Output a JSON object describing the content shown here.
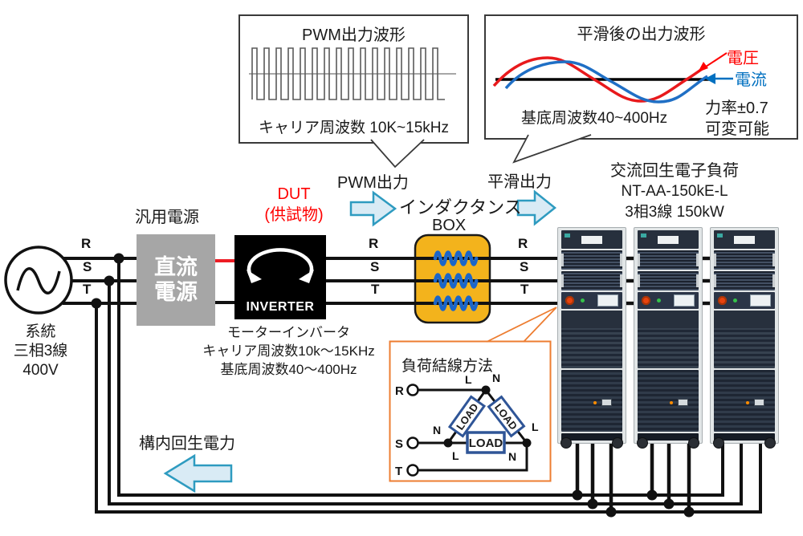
{
  "colors": {
    "arrow_fill": "#d9ebf5",
    "arrow_stroke": "#2e9bc0",
    "inductor_box": "#f3b31c",
    "coil_blue": "#1b66c9",
    "voltage_red": "#ff0000",
    "current_blue": "#0070c0",
    "callout_orange": "#ed7d31",
    "dc_supply_gray": "#a6a6a6",
    "load_border_blue": "#2f5597"
  },
  "grid_source": {
    "name_l1": "系統",
    "name_l2": "三相3線",
    "name_l3": "400V"
  },
  "phase_labels": {
    "r": "R",
    "s": "S",
    "t": "T"
  },
  "dc_supply": {
    "caption": "汎用電源",
    "line1": "直流",
    "line2": "電源"
  },
  "inverter": {
    "dut": "DUT",
    "dut_sub": "(供試物)",
    "label": "INVERTER",
    "cap1": "モーターインバータ",
    "cap2": "キャリア周波数10k～15KHz",
    "cap3": "基底周波数40～400Hz"
  },
  "pwm_callout": {
    "title": "PWM出力波形",
    "caption": "キャリア周波数 10K~15kHz"
  },
  "smooth_callout": {
    "title": "平滑後の出力波形",
    "caption": "基底周波数40~400Hz",
    "voltage": "電圧",
    "current": "電流",
    "pf1": "力率±0.7",
    "pf2": "可変可能"
  },
  "flow": {
    "pwm_out": "PWM出力",
    "smooth_out": "平滑出力",
    "inductance": "インダクタンス",
    "box": "BOX",
    "regen": "構内回生電力"
  },
  "load": {
    "title": "交流回生電子負荷",
    "model": "NT-AA-150kE-L",
    "spec": "3相3線 150kW"
  },
  "wiring": {
    "title": "負荷結線方法",
    "load": "LOAD",
    "l": "L",
    "n": "N"
  }
}
